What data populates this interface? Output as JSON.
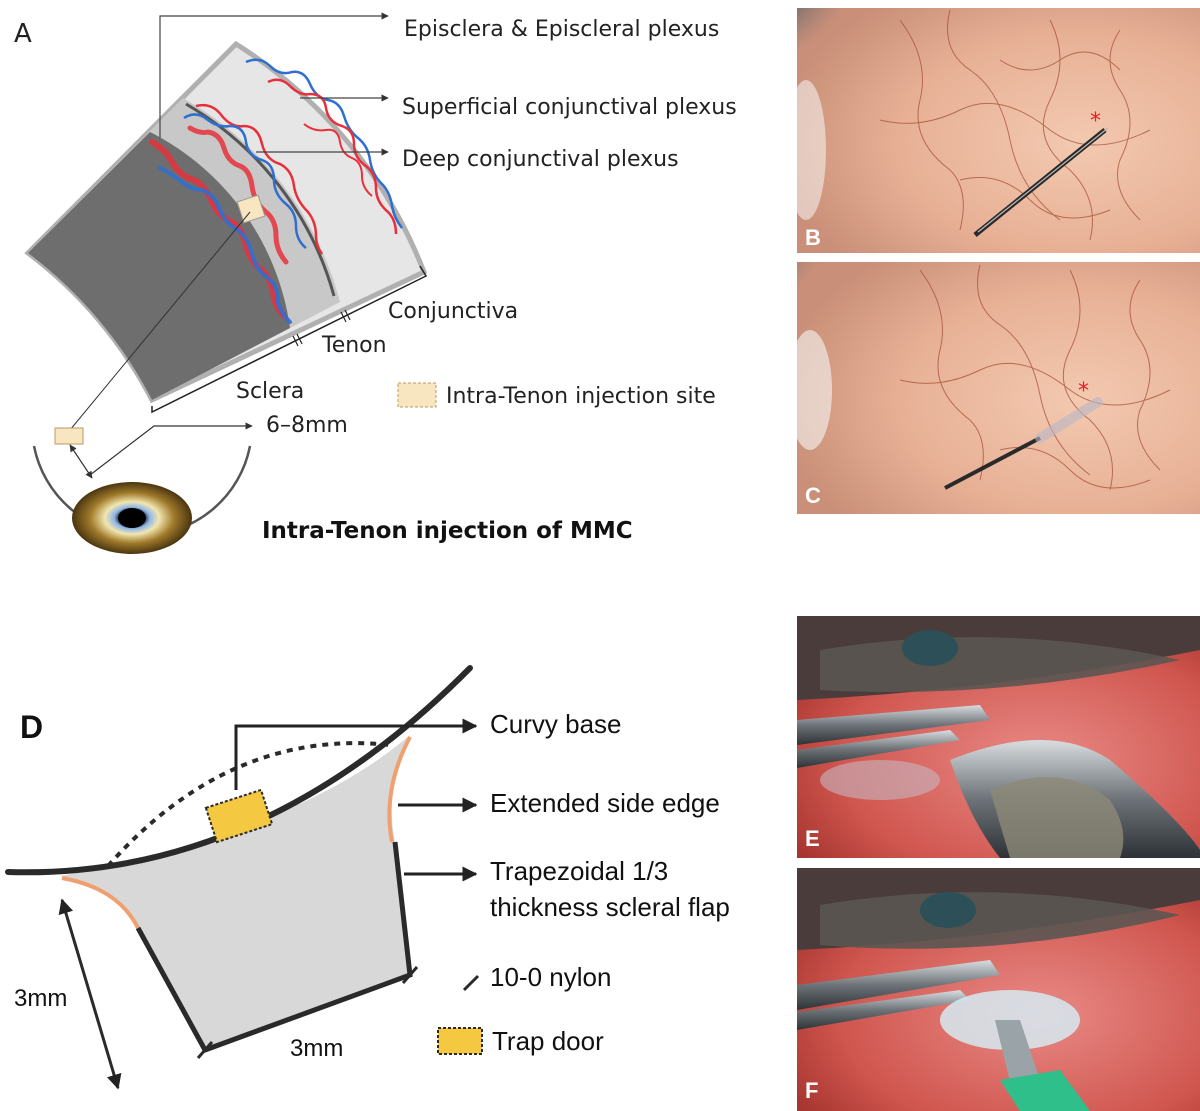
{
  "panel_letters": {
    "a": "A",
    "b": "B",
    "c": "C",
    "d": "D",
    "e": "E",
    "f": "F"
  },
  "panel_a": {
    "labels": {
      "episclera": "Episclera & Episcleral plexus",
      "superficial": "Superficial conjunctival plexus",
      "deep": "Deep conjunctival plexus",
      "conjunctiva": "Conjunctiva",
      "tenon": "Tenon",
      "sclera": "Sclera",
      "distance": "6–8mm",
      "legend_site": "Intra-Tenon injection site",
      "caption": "Intra-Tenon injection of MMC"
    },
    "colors": {
      "artery": "#e8303a",
      "vein": "#2f6fd0",
      "sclera": "#6e6e6e",
      "tenon": "#c9c9c9",
      "conjunctiva": "#e2e2e2",
      "site": "#f7e6c0"
    }
  },
  "panel_d": {
    "labels": {
      "curvy_base": "Curvy base",
      "side_edge": "Extended side edge",
      "flap_line1": "Trapezoidal 1/3",
      "flap_line2": "thickness scleral flap",
      "nylon": "10-0 nylon",
      "trap_door": "Trap door",
      "dim_left": "3mm",
      "dim_bottom": "3mm"
    },
    "colors": {
      "flap": "#d8d8d8",
      "edge": "#f0a070",
      "trap_door": "#f5c842",
      "line": "#2a2a2a"
    }
  },
  "photo_marks": {
    "b_star": "*",
    "c_star": "*"
  }
}
